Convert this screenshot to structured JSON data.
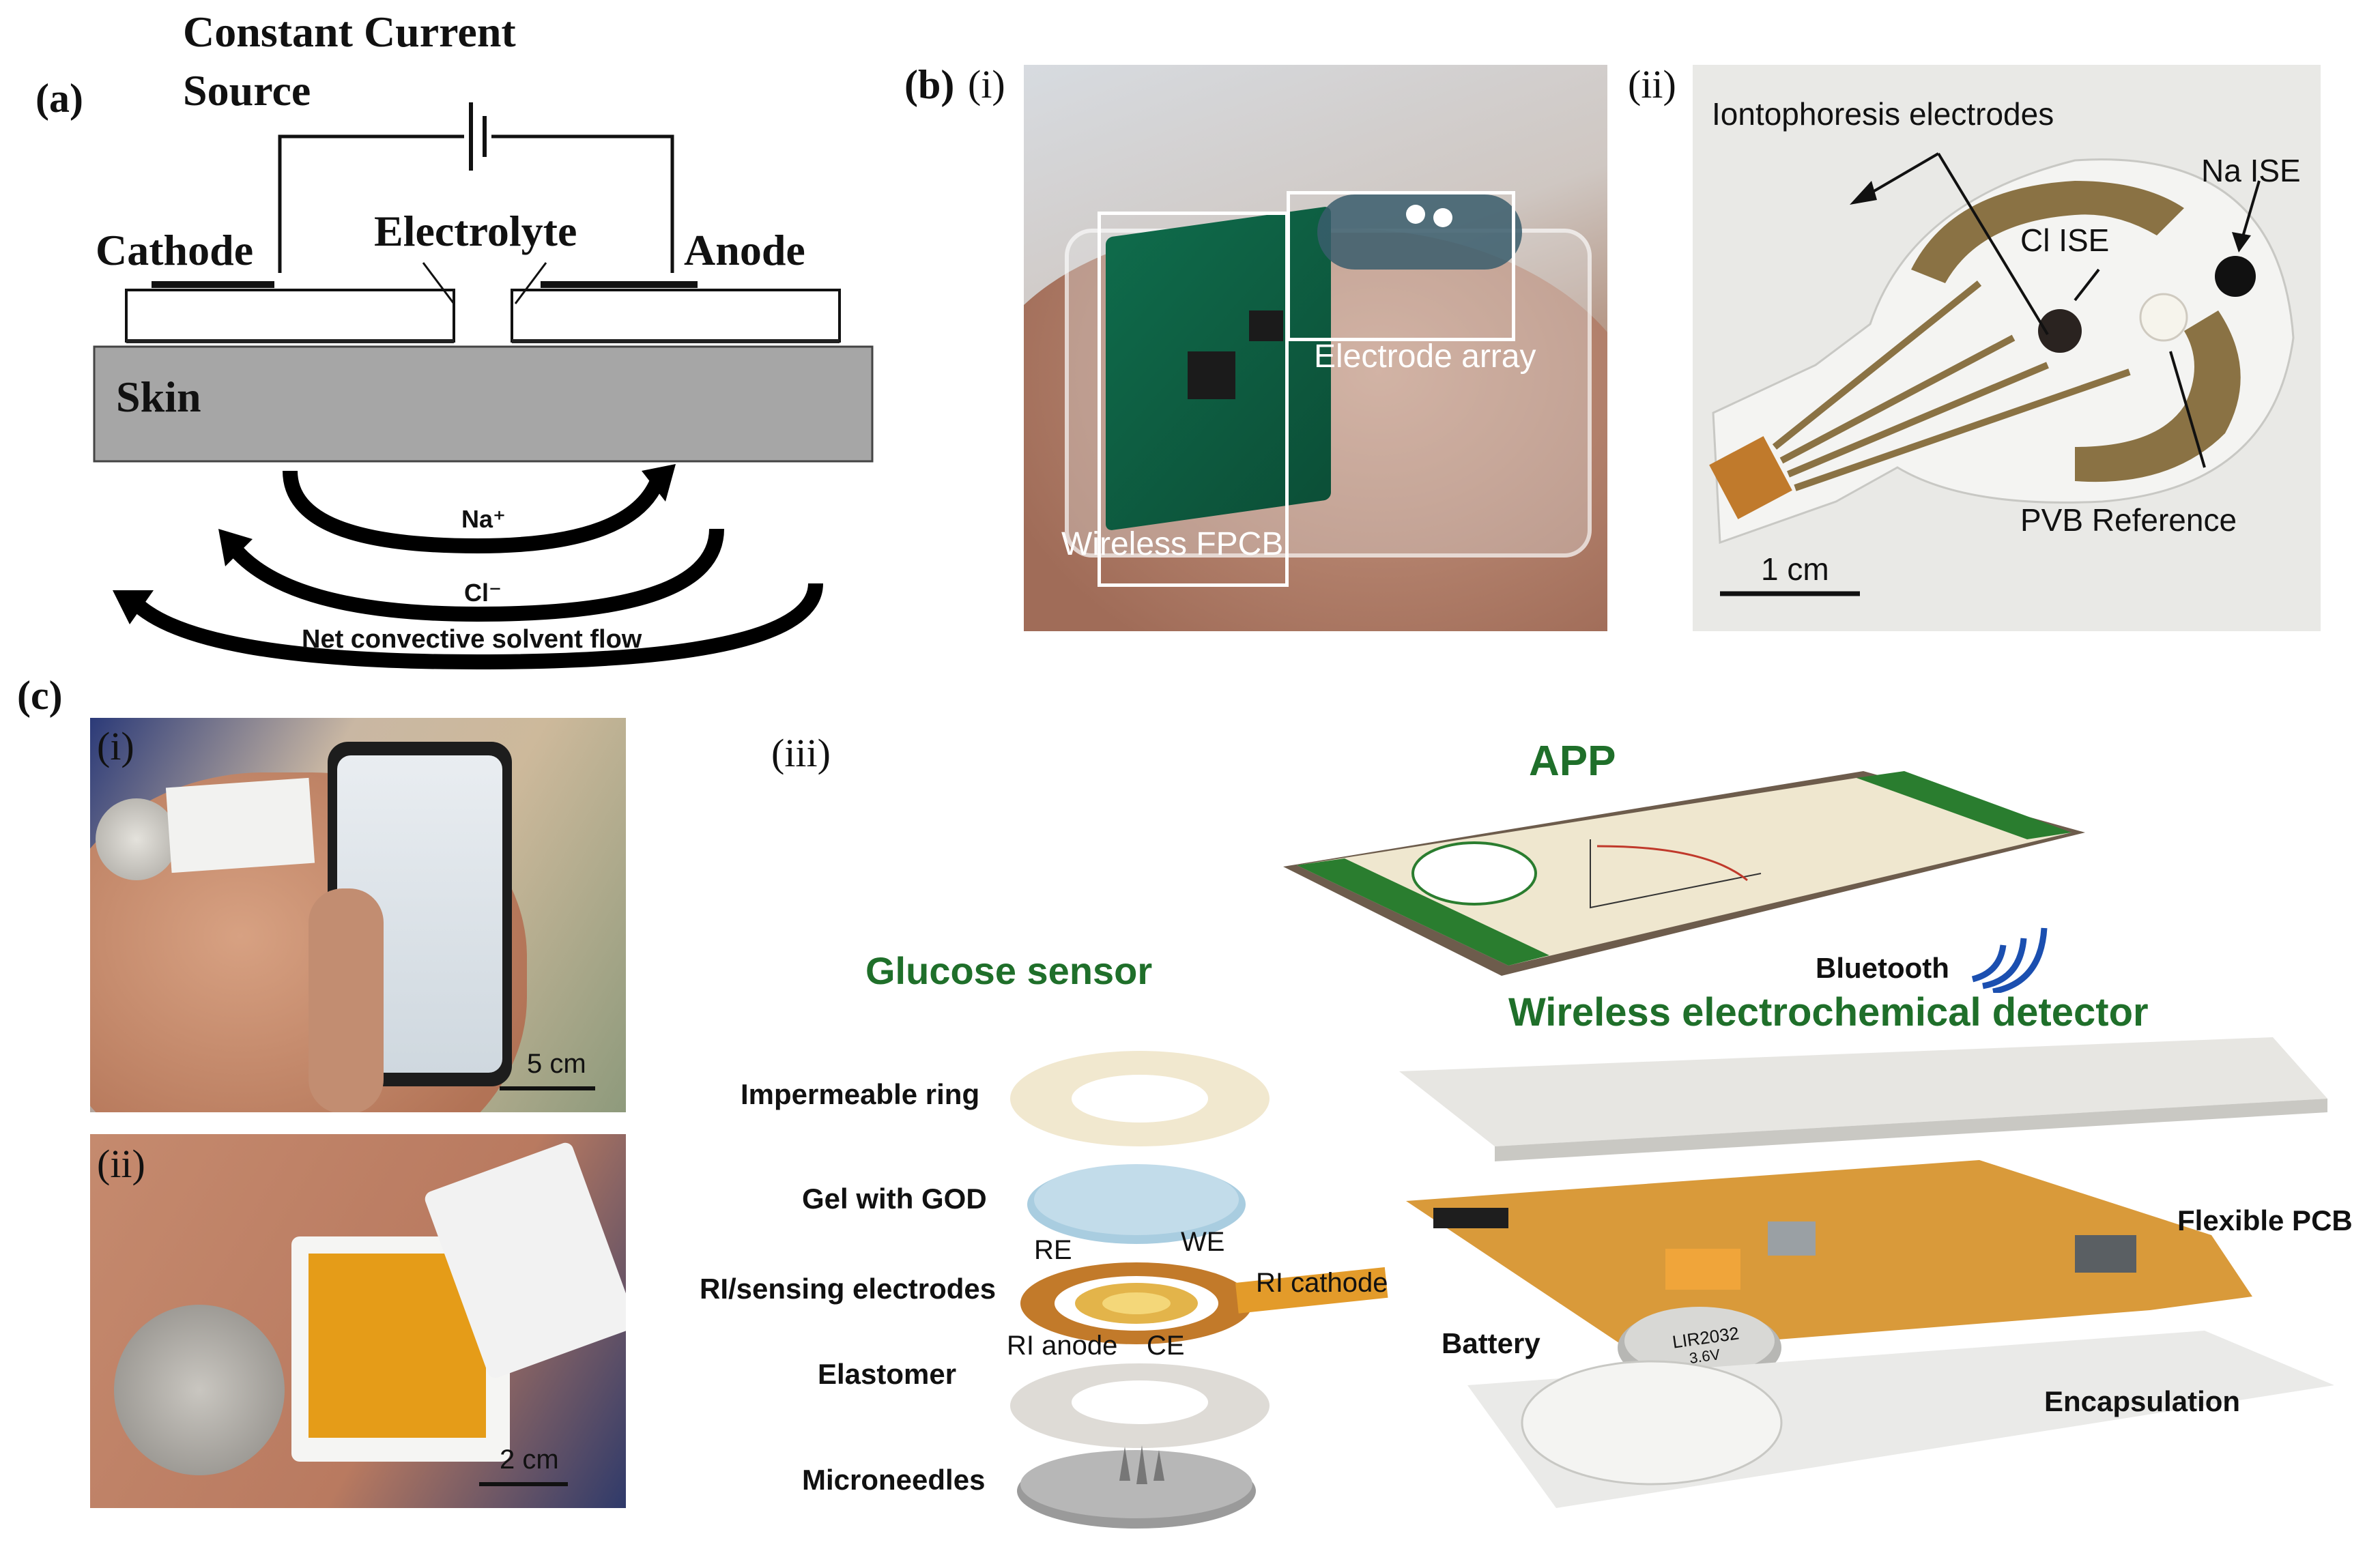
{
  "panel_a": {
    "letter": "(a)",
    "source_label_line1": "Constant Current",
    "source_label_line2": "Source",
    "cathode": "Cathode",
    "electrolyte": "Electrolyte",
    "anode": "Anode",
    "skin": "Skin",
    "na": "Na⁺",
    "cl": "Cl⁻",
    "flow": "Net convective solvent flow"
  },
  "panel_b": {
    "letter": "(b)",
    "sub_i": "(i)",
    "sub_ii": "(ii)",
    "wireless_fpcb": "Wireless FPCB",
    "electrode_array": "Electrode array",
    "iontophoresis": "Iontophoresis electrodes",
    "na_ise": "Na ISE",
    "cl_ise": "Cl ISE",
    "pvb": "PVB Reference",
    "scale": "1 cm"
  },
  "panel_c": {
    "letter": "(c)",
    "sub_i": "(i)",
    "sub_ii": "(ii)",
    "sub_iii": "(iii)",
    "scale_i": "5 cm",
    "scale_ii": "2 cm",
    "app": "APP",
    "bluetooth": "Bluetooth",
    "glucose_sensor": "Glucose sensor",
    "wireless_detector": "Wireless electrochemical detector",
    "impermeable_ring": "Impermeable ring",
    "gel": "Gel with GOD",
    "ri_sensing": "RI/sensing electrodes",
    "elastomer": "Elastomer",
    "microneedles": "Microneedles",
    "re": "RE",
    "we": "WE",
    "ri_cathode": "RI cathode",
    "ri_anode": "RI anode",
    "ce": "CE",
    "flexible_pcb": "Flexible PCB",
    "battery": "Battery",
    "encapsulation": "Encapsulation",
    "battery_text": "LIR2032",
    "battery_volt": "3.6V"
  }
}
